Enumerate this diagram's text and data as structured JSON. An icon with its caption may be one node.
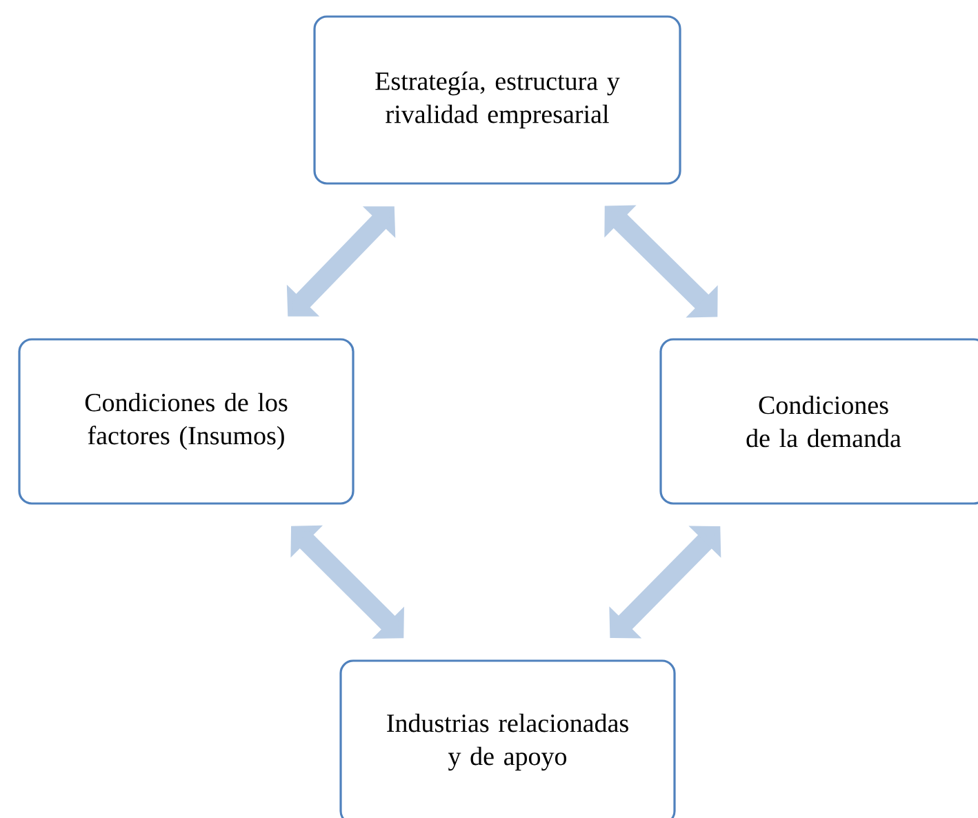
{
  "diagram": {
    "nodes": [
      {
        "text": [
          "Estrategía, estructura y rivalidad empresarial"
        ]
      },
      {
        "text": [
          "Condiciones de los factores (Insumos)"
        ]
      },
      {
        "text": [
          "Condiciones de la demanda"
        ]
      },
      {
        "text": [
          "Industrias relacionadas y de apoyo"
        ]
      }
    ],
    "edges": [
      {
        "from": 0,
        "to": 1,
        "arrow": "both"
      },
      {
        "from": 0,
        "to": 2,
        "arrow": "both"
      },
      {
        "from": 1,
        "to": 3,
        "arrow": "both"
      },
      {
        "from": 2,
        "to": 3,
        "arrow": "both"
      }
    ]
  }
}
